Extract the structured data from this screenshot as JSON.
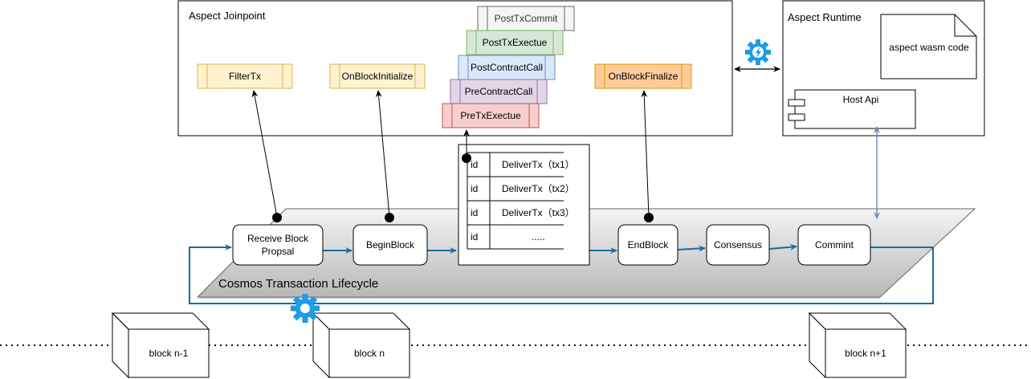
{
  "joinpoint": {
    "title": "Aspect Joinpoint",
    "filter_tx": "FilterTx",
    "on_block_initialize": "OnBlockInitialize",
    "on_block_finalize": "OnBlockFinalize",
    "stack": [
      "PostTxCommit",
      "PostTxExectue",
      "PostContractCall",
      "PreContractCall",
      "PreTxExectue"
    ]
  },
  "runtime": {
    "title": "Aspect  Runtime",
    "wasm_code": "aspect wasm code",
    "host_api": "Host Api"
  },
  "lifecycle": {
    "title": "Cosmos Transaction Lifecycle",
    "receive_block_line1": "Receive Block",
    "receive_block_line2": "Propsal",
    "begin_block": "BeginBlock",
    "end_block": "EndBlock",
    "consensus": "Consensus",
    "commit": "Commint"
  },
  "deliver_table": {
    "rows": [
      {
        "id": "id",
        "label": "DeliverTx（tx1）"
      },
      {
        "id": "id",
        "label": "DeliverTx（tx2）"
      },
      {
        "id": "id",
        "label": "DeliverTx（tx3）"
      },
      {
        "id": "id",
        "label": "....."
      }
    ]
  },
  "blocks": {
    "prev": "block n-1",
    "current": "block n",
    "next": "block n+1"
  },
  "colors": {
    "flow_blue": "#1a6c9c",
    "link_blue": "#6c8ebf",
    "gear_blue": "#1e9be4",
    "filter_fill": "#fff2cc",
    "filter_stroke": "#d6b656",
    "finalize_fill": "#ffcc99",
    "finalize_stroke": "#d79b00",
    "green_fill": "#d5e8d4",
    "blue_fill": "#dae8fc",
    "purple_fill": "#e1d5e7",
    "red_fill": "#f8cecc"
  },
  "icons": [
    "gear-lightning-icon",
    "gear-icon"
  ]
}
